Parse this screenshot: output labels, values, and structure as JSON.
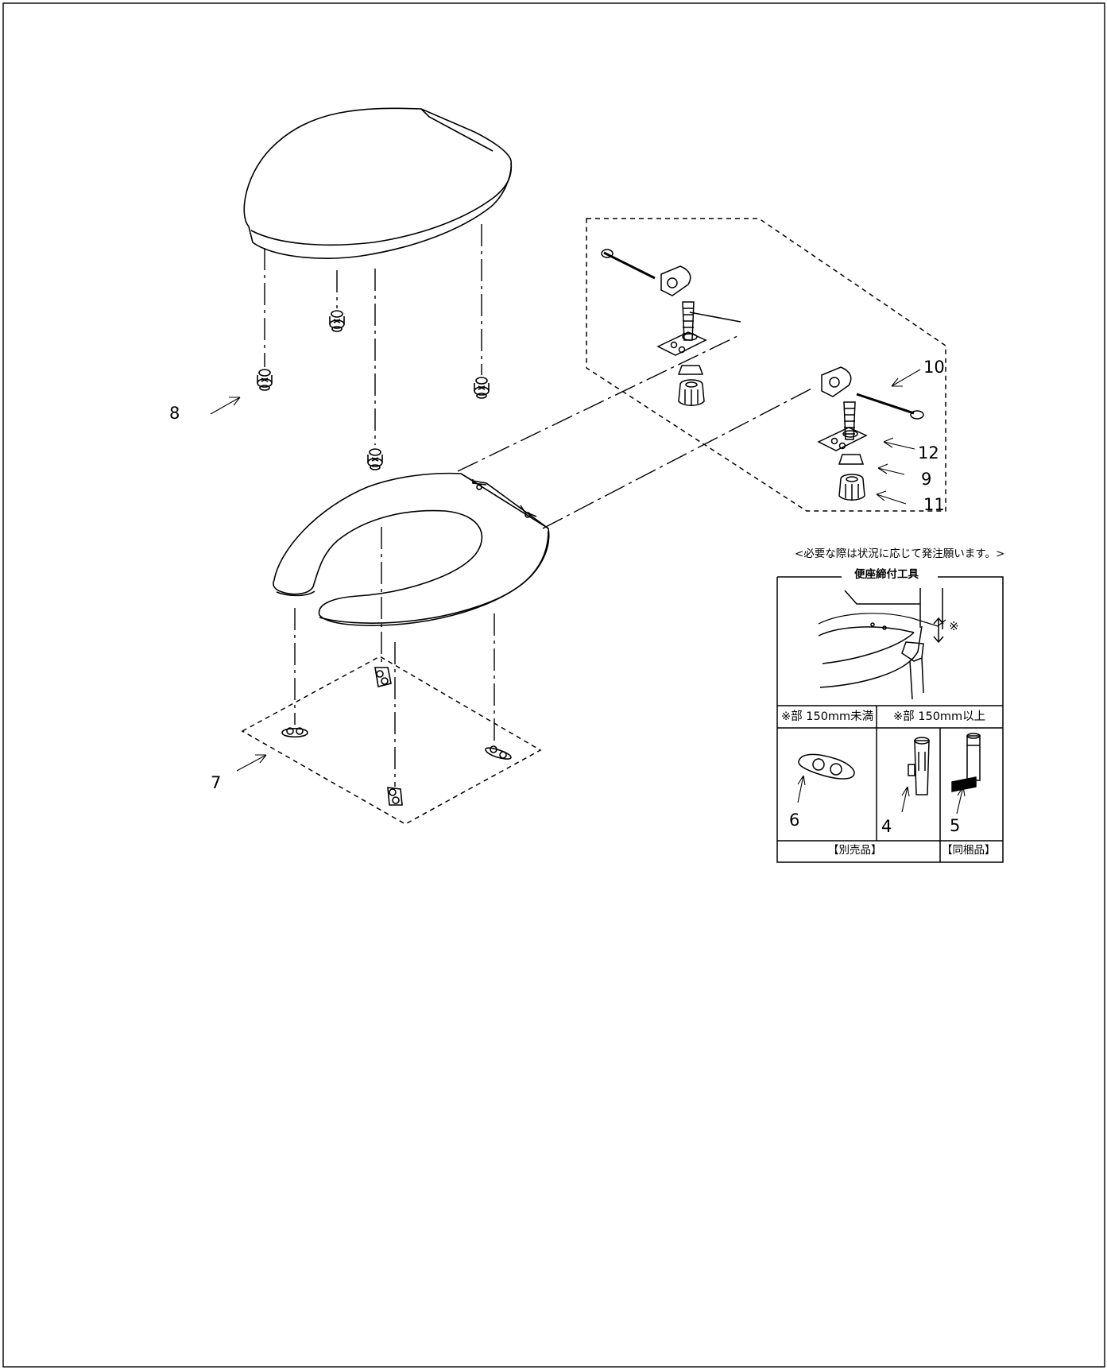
{
  "part_numbers": {
    "p4": "4",
    "p5": "5",
    "p6": "6",
    "p7": "7",
    "p8": "8",
    "p9": "9",
    "p10": "10",
    "p11": "11",
    "p12": "12"
  },
  "tool_panel": {
    "note": "<必要な際は状況に応じて発注願います。>",
    "title": "便座締付工具",
    "height_mark": "※",
    "col_under": "※部 150mm未満",
    "col_over": "※部 150mm以上",
    "sold_separately": "【別売品】",
    "bundled": "【同梱品】"
  },
  "colors": {
    "line": "#000000",
    "background": "#ffffff"
  }
}
